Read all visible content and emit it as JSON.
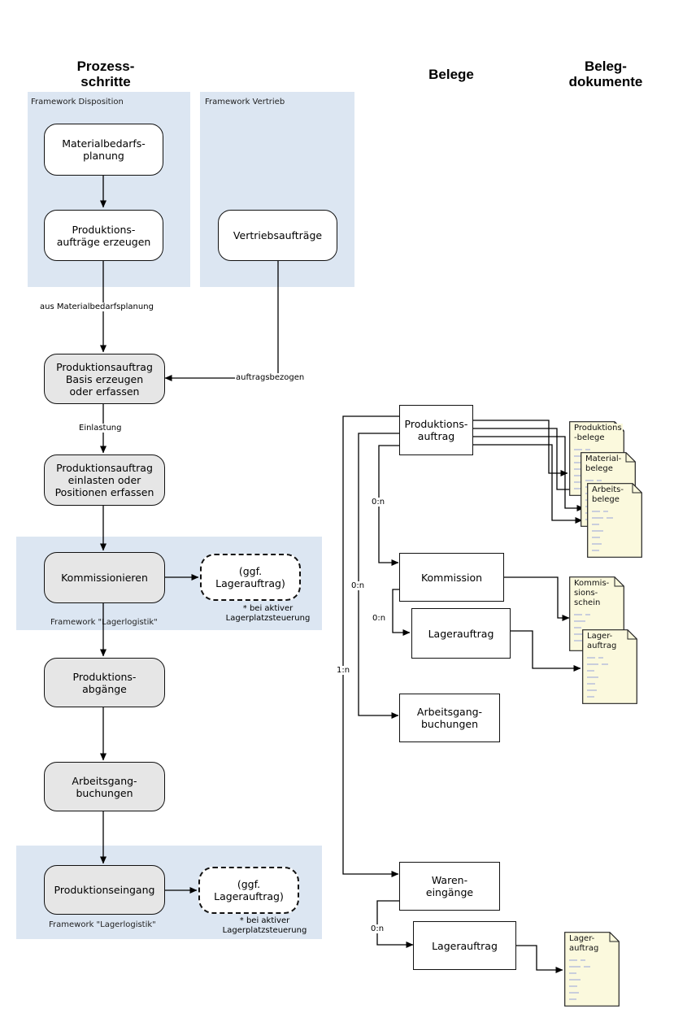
{
  "headers": {
    "prozess": "Prozess-\nschritte",
    "belege": "Belege",
    "belegdokumente": "Beleg-\ndokumente"
  },
  "frameworks": {
    "disposition": "Framework Disposition",
    "vertrieb": "Framework Vertrieb",
    "lagerlogistik_1": "Framework   \"Lagerlogistik\"",
    "lagerlogistik_2": "Framework   \"Lagerlogistik\""
  },
  "process": {
    "materialbedarf": "Materialbedarfs-\nplanung",
    "prod_erzeugen": "Produktions-\naufträge erzeugen",
    "vertriebsauftraege": "Vertriebsaufträge",
    "prod_basis": "Produktionsauftrag\nBasis erzeugen\noder erfassen",
    "prod_einlasten": "Produktionsauftrag\neinlasten oder\nPositionen erfassen",
    "kommissionieren": "Kommissionieren",
    "lager_opt_1": "(ggf.\nLagerauftrag)",
    "note_1": "* bei aktiver\nLagerplatzsteuerung",
    "prod_abgaenge": "Produktions-\nabgänge",
    "arbeitsgang": "Arbeitsgang-\nbuchungen",
    "prod_eingang": "Produktionseingang",
    "lager_opt_2": "(ggf.\nLagerauftrag)",
    "note_2": "* bei aktiver\nLagerplatzsteuerung"
  },
  "edge_labels": {
    "aus_mat": "aus Materialbedarfsplanung",
    "auftragsbezogen": "auftragsbezogen",
    "einlastung": "Einlastung",
    "n1": "0:n",
    "n2": "0:n",
    "n3": "0:n",
    "n4": "1:n",
    "n5": "0:n"
  },
  "belege": {
    "produktionsauftrag": "Produktions-\nauftrag",
    "kommission": "Kommission",
    "lagerauftrag_1": "Lagerauftrag",
    "arbeitsgangbuchungen": "Arbeitsgang-\nbuchungen",
    "wareneingaenge": "Waren-\neingänge",
    "lagerauftrag_2": "Lagerauftrag"
  },
  "dokumente": {
    "produktionsbelege": "Produktions\n-belege",
    "materialbelege": "Material-\nbelege",
    "arbeitsbelege": "Arbeits-\nbelege",
    "kommissionsschein": "Kommis-\nsions-\nschein",
    "lagerauftrag_doc_1": "Lager-\nauftrag",
    "lagerauftrag_doc_2": "Lager-\nauftrag"
  },
  "colors": {
    "panel": "#dce6f2",
    "grey_node": "#e6e6e6",
    "document": "#fbf9dd"
  }
}
